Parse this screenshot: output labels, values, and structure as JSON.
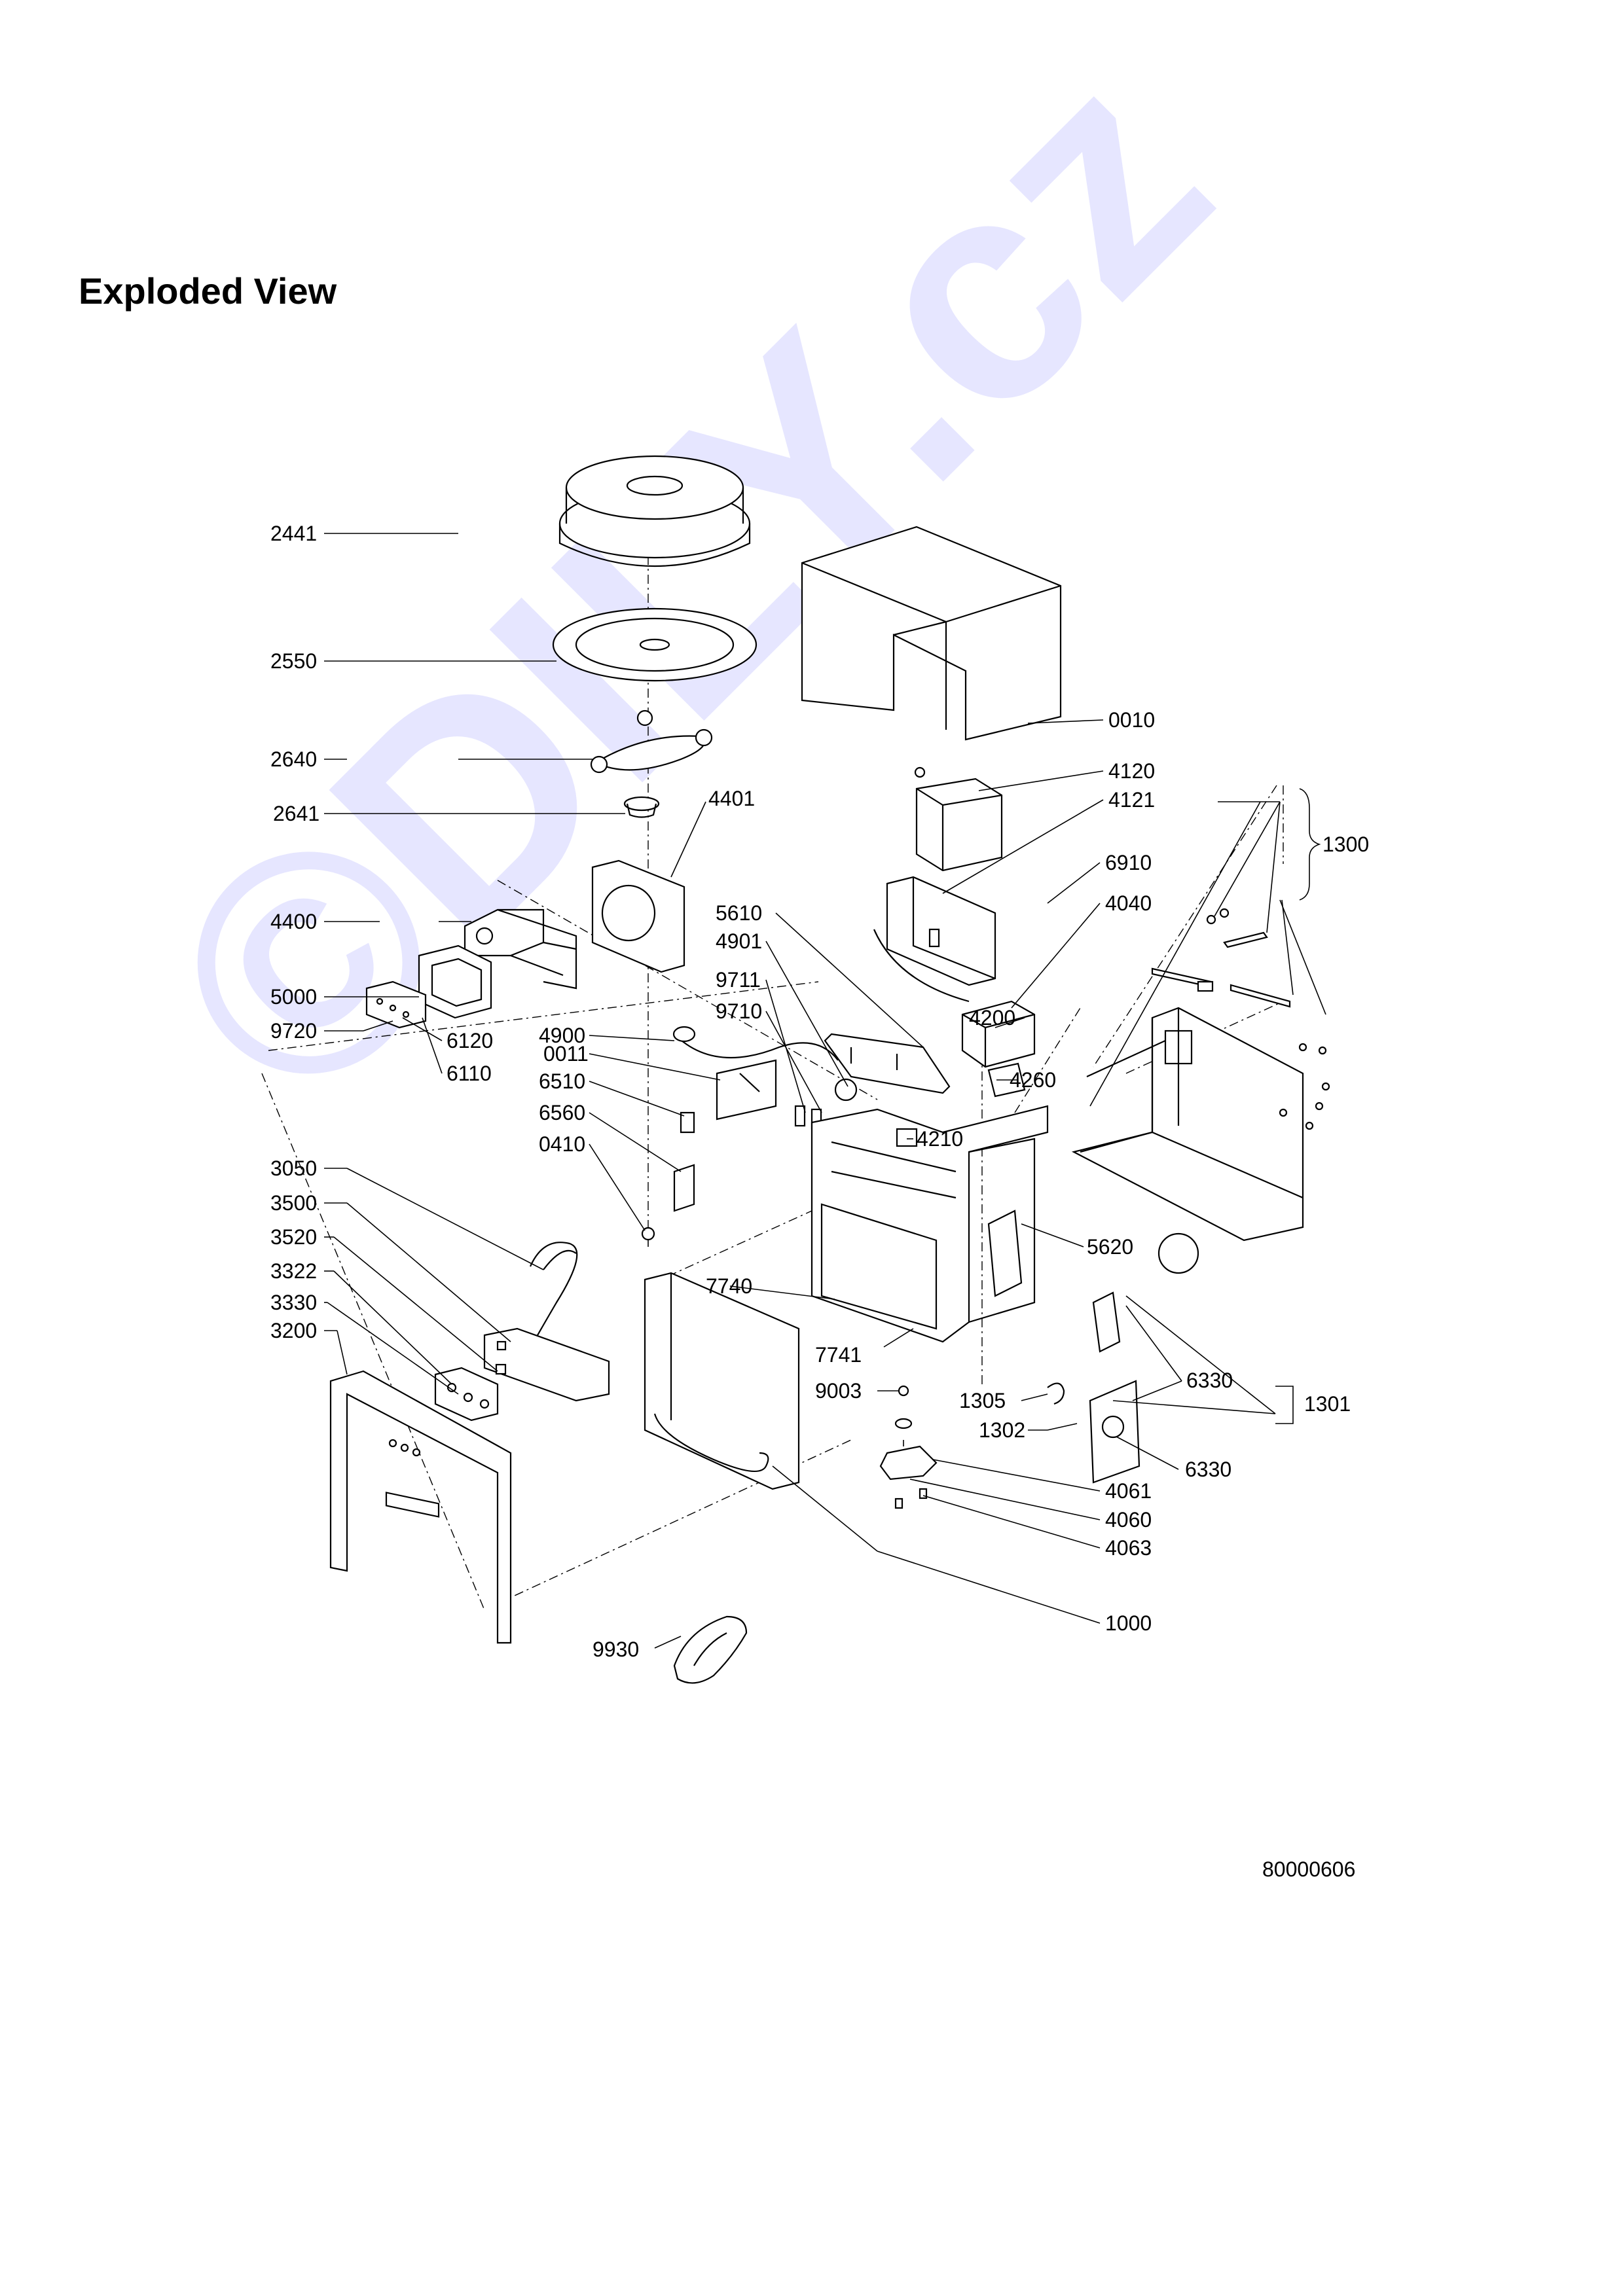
{
  "page": {
    "title": "Exploded View",
    "drawing_number": "80000606",
    "watermark": "©DILY.cz"
  },
  "callouts": {
    "c2441": "2441",
    "c2550": "2550",
    "c2640": "2640",
    "c2641": "2641",
    "c4400": "4400",
    "c4401": "4401",
    "c5000": "5000",
    "c9720": "9720",
    "c6120": "6120",
    "c6110": "6110",
    "c0010": "0010",
    "c4120": "4120",
    "c4121": "4121",
    "c6910": "6910",
    "c4040": "4040",
    "c1300": "1300",
    "c5610": "5610",
    "c4901": "4901",
    "c9711": "9711",
    "c9710": "9710",
    "c4200": "4200",
    "c4900": "4900",
    "c0011": "0011",
    "c6510": "6510",
    "c6560": "6560",
    "c0410": "0410",
    "c4260": "4260",
    "c4210": "4210",
    "c5620": "5620",
    "c3050": "3050",
    "c3500": "3500",
    "c3520": "3520",
    "c3322": "3322",
    "c3330": "3330",
    "c3200": "3200",
    "c7740": "7740",
    "c7741": "7741",
    "c9003": "9003",
    "c1305": "1305",
    "c1302": "1302",
    "c6330a": "6330",
    "c6330b": "6330",
    "c1301": "1301",
    "c4061": "4061",
    "c4060": "4060",
    "c4063": "4063",
    "c1000": "1000",
    "c9930": "9930"
  }
}
